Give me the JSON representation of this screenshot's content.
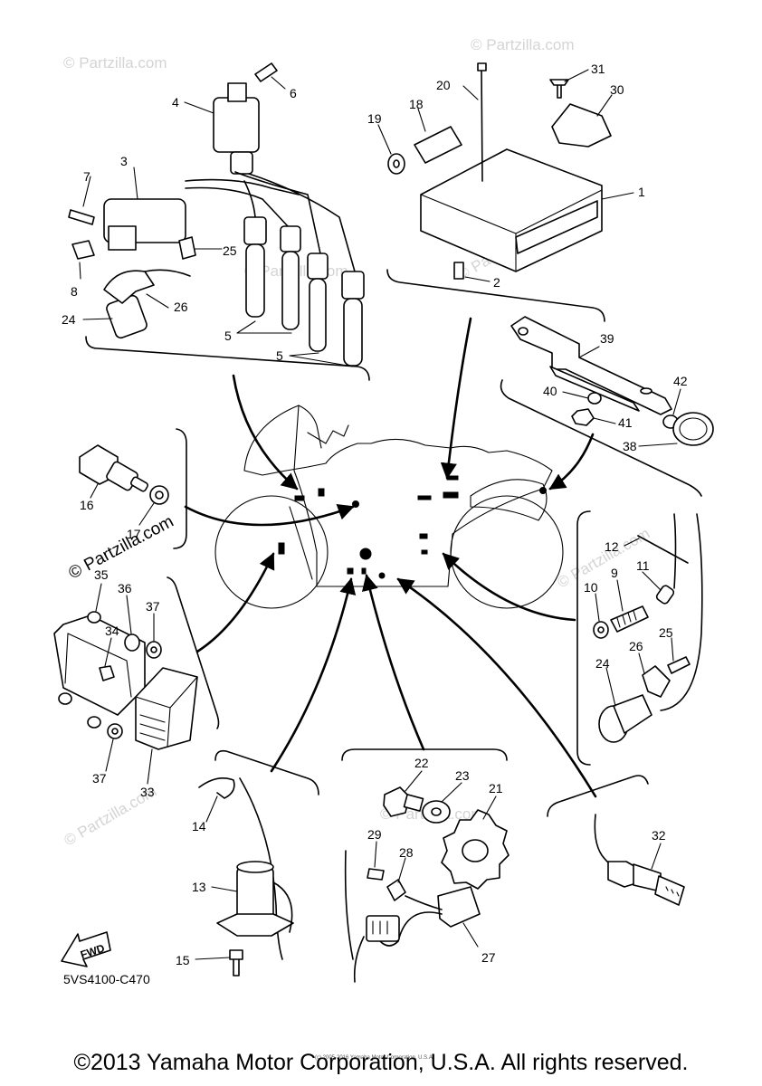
{
  "diagram": {
    "drawing_code": "5VS4100-C470",
    "copyright": "©2013 Yamaha Motor Corporation, U.S.A. All rights reserved.",
    "small_print": "(c) 2005-2016 Yamaha Motor Corporation, U.S.A.",
    "watermark": "© Partzilla.com",
    "fwd_label": "FWD",
    "callouts": {
      "p1": "1",
      "p2": "2",
      "p3": "3",
      "p4": "4",
      "p5a": "5",
      "p5b": "5",
      "p6": "6",
      "p7": "7",
      "p8": "8",
      "p9": "9",
      "p10": "10",
      "p11": "11",
      "p12": "12",
      "p13": "13",
      "p14": "14",
      "p15": "15",
      "p16": "16",
      "p17": "17",
      "p18": "18",
      "p19": "19",
      "p20": "20",
      "p21": "21",
      "p22": "22",
      "p23": "23",
      "p24a": "24",
      "p24b": "24",
      "p25a": "25",
      "p25b": "25",
      "p26a": "26",
      "p26b": "26",
      "p27": "27",
      "p28": "28",
      "p29": "29",
      "p30": "30",
      "p31": "31",
      "p32": "32",
      "p33": "33",
      "p34": "34",
      "p35": "35",
      "p36": "36",
      "p37a": "37",
      "p37b": "37",
      "p38": "38",
      "p39": "39",
      "p40": "40",
      "p41": "41",
      "p42": "42"
    }
  }
}
